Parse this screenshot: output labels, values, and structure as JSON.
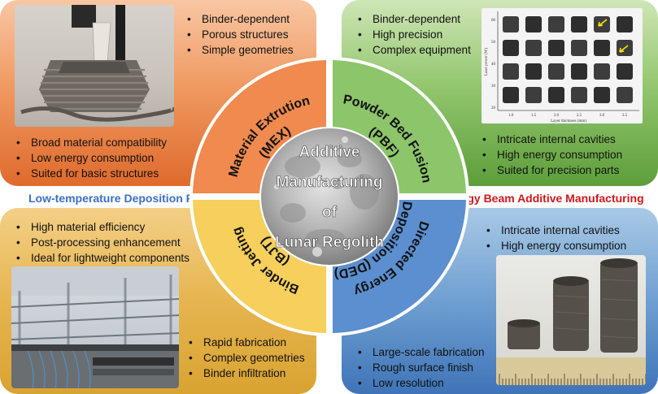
{
  "center": {
    "lines": [
      "Additive",
      "Manufacturing",
      "of",
      "Lunar Regolith"
    ]
  },
  "quadrants": {
    "mex": {
      "title_line1": "Material Extrution",
      "title_line2": "(MEX)",
      "features": [
        "Binder-dependent",
        "Porous structures",
        "Simple geometries"
      ],
      "advantages": [
        "Broad material compatibility",
        "Low energy consumption",
        "Suited for basic structures"
      ]
    },
    "pbf": {
      "title_line1": "Powder Bed Fusion",
      "title_line2": "(PBF)",
      "features": [
        "Binder-dependent",
        "High precision",
        "Complex equipment"
      ],
      "advantages": [
        "Intricate internal cavities",
        "High energy consumption",
        "Suited for precision parts"
      ]
    },
    "bjt": {
      "title_line1": "Binder Jetting",
      "title_line2": "(BJT)",
      "features": [
        "High material efficiency",
        "Post-processing enhancement",
        "Ideal for lightweight components"
      ],
      "advantages": [
        "Rapid fabrication",
        "Complex geometries",
        "Binder infiltration"
      ]
    },
    "ded": {
      "title_line1": "Directed Energy",
      "title_line2": "Deposition (DED)",
      "features": [
        "Intricate internal cavities",
        "High energy consumption"
      ],
      "advantages": [
        "Large-scale fabrication",
        "Rough surface finish",
        "Low resolution"
      ]
    }
  },
  "side_labels": {
    "left": "Low-temperature Deposition Forming",
    "right": "High-energy Beam Additive Manufacturing"
  },
  "pbf_chart": {
    "ylabel": "Laser power (W)",
    "xlabel": "Layer thickness (mm)",
    "x_ticks": [
      "1.0",
      "1.5",
      "2.0",
      "2.5",
      "3.0",
      "3.5"
    ],
    "y_ticks": [
      "60",
      "50",
      "40",
      "30",
      "20"
    ]
  },
  "colors": {
    "mex": "#f08a4e",
    "pbf": "#8cc56a",
    "bjt": "#f6cf5c",
    "ded": "#5b8fcf",
    "left_label": "#3b6fc4",
    "right_label": "#d0171b"
  }
}
